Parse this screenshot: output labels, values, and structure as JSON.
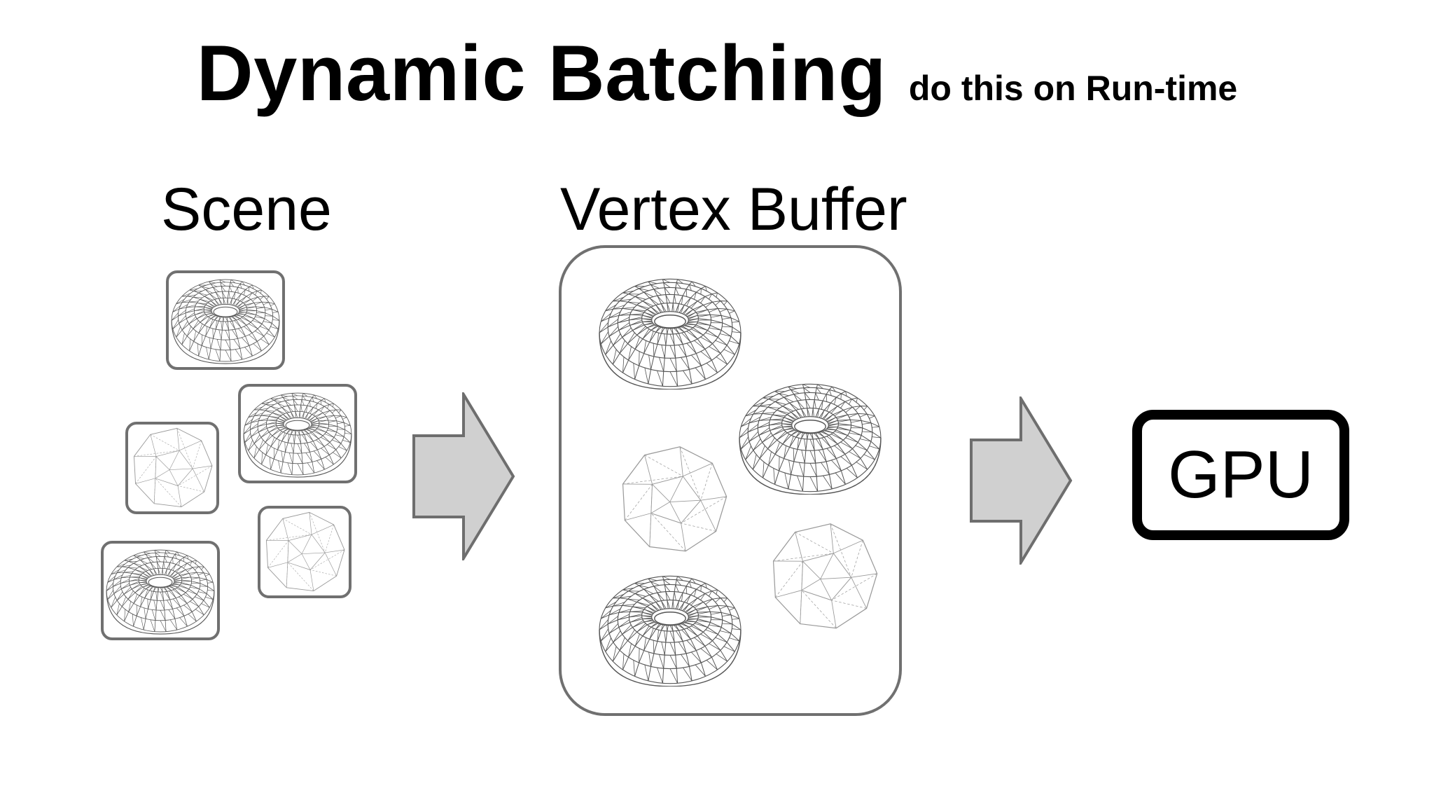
{
  "title": {
    "main": "Dynamic Batching",
    "subtitle": "do this on Run-time"
  },
  "scene": {
    "label": "Scene",
    "objects": [
      "torus",
      "torus",
      "icosphere",
      "icosphere",
      "torus"
    ]
  },
  "vertex_buffer": {
    "label": "Vertex Buffer",
    "objects": [
      "torus",
      "torus",
      "icosphere",
      "icosphere",
      "torus"
    ]
  },
  "gpu": {
    "label": "GPU"
  },
  "flow_arrows": [
    "scene-to-buffer",
    "buffer-to-gpu"
  ],
  "colors": {
    "arrow_fill": "#d0d0d0",
    "arrow_stroke": "#6e6e6e",
    "box_border": "#707070",
    "gpu_border": "#000000",
    "mesh_line": "#555555",
    "mesh_line_light": "#9a9a9a"
  }
}
